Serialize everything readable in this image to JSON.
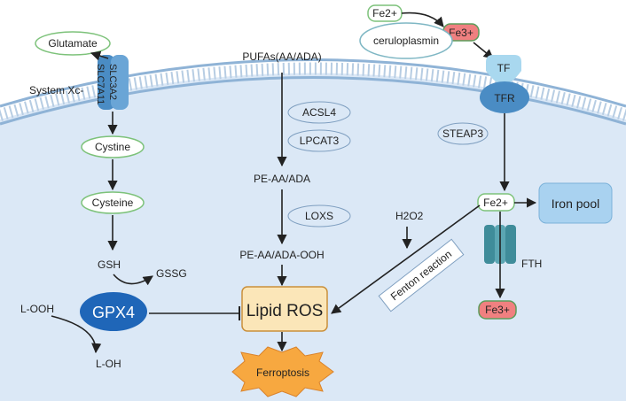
{
  "title": "",
  "labels": {
    "glutamate": "Glutamate",
    "system_xc": "System Xc-",
    "slc3a2": "SLC3A2",
    "slc7a11": "SLC7A11",
    "cystine": "Cystine",
    "cysteine": "Cysteine",
    "gsh": "GSH",
    "gssg": "GSSG",
    "gpx4": "GPX4",
    "l_ooh": "L-OOH",
    "l_oh": "L-OH",
    "pufas": "PUFAs(AA/ADA)",
    "acsl4": "ACSL4",
    "lpcat3": "LPCAT3",
    "pe_aa_ada": "PE-AA/ADA",
    "loxs": "LOXS",
    "pe_aa_ada_ooh": "PE-AA/ADA-OOH",
    "lipid_ros": "Lipid ROS",
    "ferroptosis": "Ferroptosis",
    "h2o2": "H2O2",
    "fenton": "Fenton reaction",
    "fe2_top": "Fe2+",
    "fe3_top": "Fe3+",
    "ceruloplasmin": "ceruloplasmin",
    "tf": "TF",
    "tfr": "TFR",
    "steap3": "STEAP3",
    "fe2_mid": "Fe2+",
    "iron_pool": "Iron pool",
    "fth": "FTH",
    "fe3_bottom": "Fe3+"
  },
  "colors": {
    "cell_fill": "#dbe8f6",
    "membrane": "#8fb3d6",
    "green_stroke": "#7dc27a",
    "fe3_fill": "#f08080",
    "gpx4_fill": "#1f66b8",
    "lipid_ros_fill": "#fbe6b8",
    "ferroptosis_fill": "#f7a840",
    "iron_pool_fill": "#a9d2f0",
    "protein_blue": "#4a8cc4",
    "teal": "#3f8c9a"
  }
}
